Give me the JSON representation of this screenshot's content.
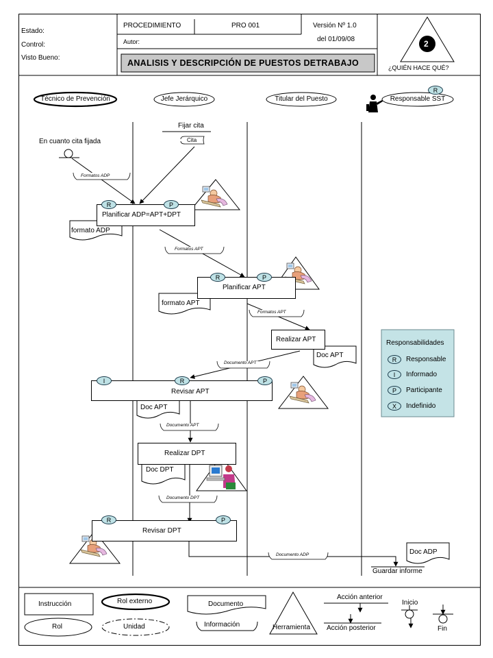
{
  "header": {
    "estado": "Estado:",
    "control": "Control:",
    "visto_bueno": "Visto Bueno:",
    "procedimiento": "PROCEDIMIENTO",
    "codigo": "PRO 001",
    "version": "Versión Nº 1.0",
    "fecha": "del 01/09/08",
    "autor": "Autor:",
    "titulo": "ANALISIS Y DESCRIPCIÓN DE PUESTOS DETRABAJO",
    "numero": "2",
    "pregunta": "¿QUIÉN HACE QUÉ?"
  },
  "lanes": {
    "tecnico": "Técnico de Prevención",
    "jefe": "Jefe Jerárquico",
    "titular": "Titular del Puesto",
    "responsable": "Responsable SST",
    "responsable_badge": "R"
  },
  "flow": {
    "inicio_label": "En cuanto cita fijada",
    "fijar_cita": "Fijar cita",
    "cita_doc": "Cita",
    "formatos_adp": "Formatos ADP",
    "planificar_adp": "Planificar ADP=APT+DPT",
    "planificar_adp_r": "R",
    "planificar_adp_p": "P",
    "formato_adp_doc": "formato ADP",
    "formatos_apt": "Formatos APT",
    "planificar_apt": "Planificar APT",
    "planificar_apt_r": "R",
    "planificar_apt_p": "P",
    "formato_apt_doc": "formato APT",
    "formatos_apt_2": "Formatos APT",
    "realizar_apt": "Realizar APT",
    "doc_apt_1": "Doc APT",
    "documento_apt_1": "Documento APT",
    "revisar_apt": "Revisar APT",
    "revisar_apt_i": "I",
    "revisar_apt_r": "R",
    "revisar_apt_p": "P",
    "doc_apt_2": "Doc APT",
    "documento_apt_2": "Documento APT",
    "realizar_dpt": "Realizar DPT",
    "doc_dpt": "Doc DPT",
    "documento_dpt": "Documento DPT",
    "revisar_dpt": "Revisar DPT",
    "revisar_dpt_r": "R",
    "revisar_dpt_p": "P",
    "documento_adp": "Documento ADP",
    "doc_adp": "Doc ADP",
    "guardar_informe": "Guardar informe"
  },
  "responsabilidades": {
    "title": "Responsabilidades",
    "items": [
      {
        "code": "R",
        "label": "Responsable"
      },
      {
        "code": "I",
        "label": "Informado"
      },
      {
        "code": "P",
        "label": "Participante"
      },
      {
        "code": "X",
        "label": "Indefinido"
      }
    ]
  },
  "legend": {
    "instruccion": "Instrucción",
    "rol_externo": "Rol externo",
    "documento": "Documento",
    "rol": "Rol",
    "unidad": "Unidad",
    "informacion": "Información",
    "herramienta": "Herramienta",
    "accion_anterior": "Acción anterior",
    "accion_posterior": "Acción posterior",
    "inicio": "Inicio",
    "fin": "Fin"
  },
  "colors": {
    "badge_fill": "#bfe2e6",
    "resp_box_fill": "#c4e3e6",
    "title_bar_fill": "#c8c8c8"
  }
}
